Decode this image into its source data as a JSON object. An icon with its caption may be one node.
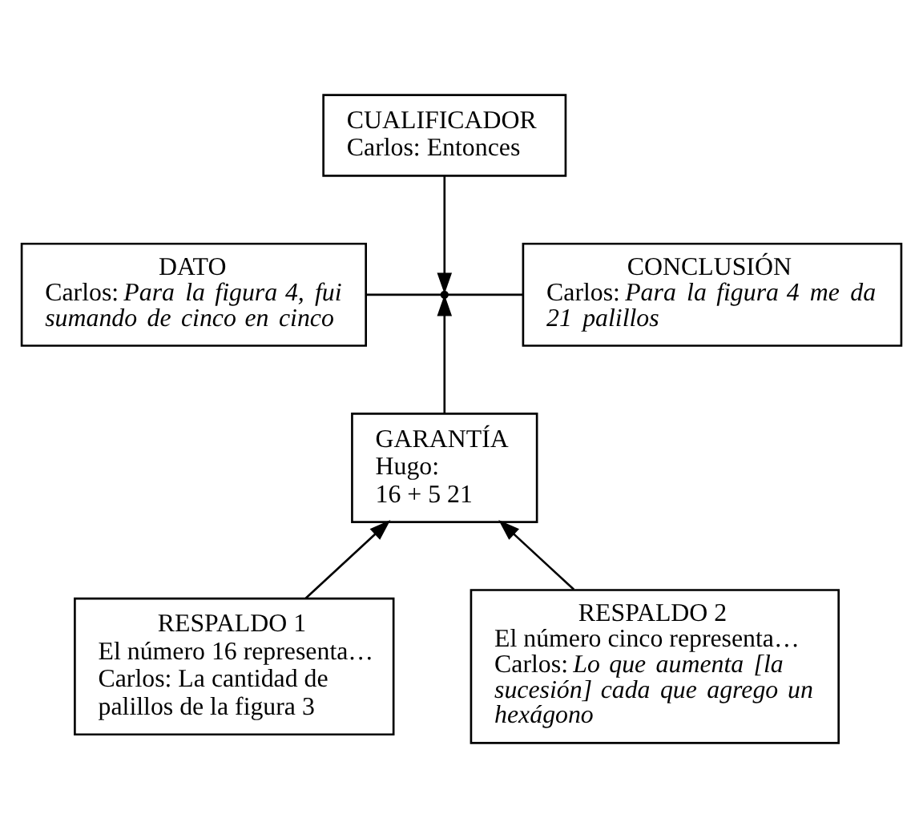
{
  "diagram": {
    "nodes": [
      {
        "text": [
          "CUALIFICADOR",
          "Carlos: Entonces"
        ]
      },
      {
        "text": [
          "DATO",
          "Carlos: *Para la figura 4, fui sumando de cinco en cinco*"
        ]
      },
      {
        "text": [],
        "shape": "point"
      },
      {
        "text": [
          "CONCLUSIÓN",
          "Carlos: *Para la figura 4 me da 21 palillos*"
        ]
      },
      {
        "text": [
          "GARANTÍA",
          "Hugo:",
          "16 + 5 21"
        ]
      },
      {
        "text": [
          "RESPALDO 1",
          "El número 16 representa…",
          "Carlos: La cantidad de palillos de la figura 3"
        ]
      },
      {
        "text": [
          "RESPALDO 2",
          "El número cinco representa…",
          "Carlos: *Lo que aumenta [la sucesión] cada que agrego un hexágono*"
        ]
      }
    ],
    "edges": [
      {
        "from": 0,
        "to": 2,
        "arrow": "to"
      },
      {
        "from": 1,
        "to": 2,
        "arrow": "none"
      },
      {
        "from": 2,
        "to": 3,
        "arrow": "none"
      },
      {
        "from": 4,
        "to": 2,
        "arrow": "to"
      },
      {
        "from": 5,
        "to": 4,
        "arrow": "to"
      },
      {
        "from": 6,
        "to": 4,
        "arrow": "to"
      }
    ]
  }
}
